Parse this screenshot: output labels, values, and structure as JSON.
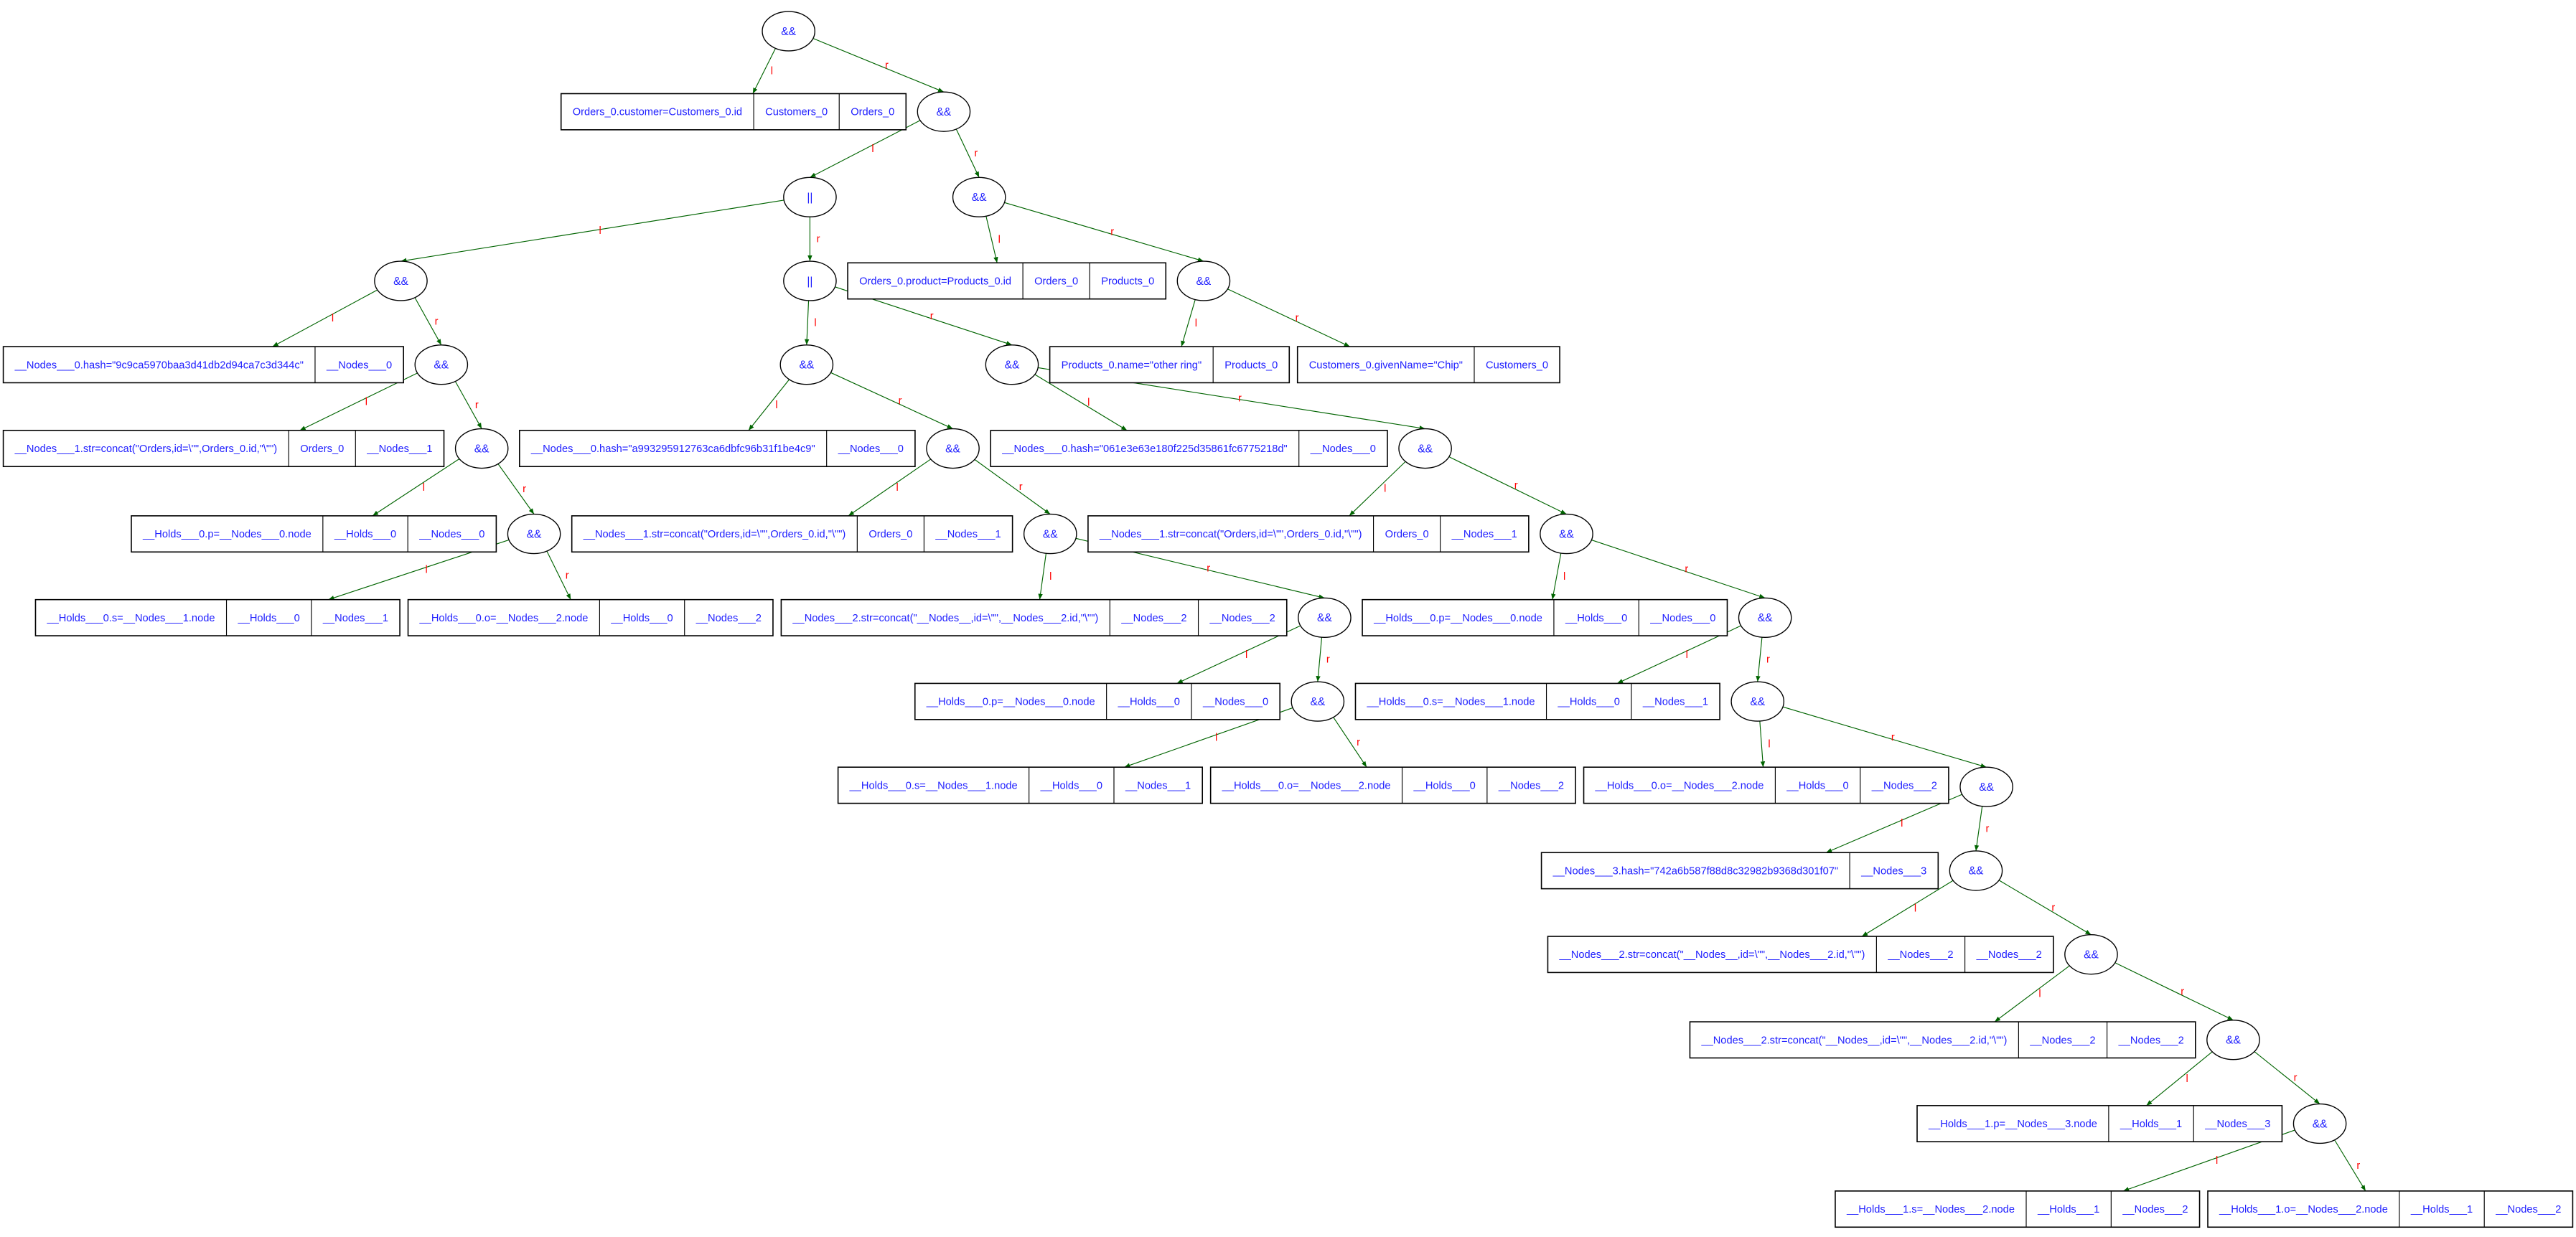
{
  "colors": {
    "edge": "#006400",
    "edge_label": "#ff0000",
    "text": "#2020ff",
    "border": "#000000"
  },
  "ops": {
    "n0": "&&",
    "n1": "&&",
    "n2": "||",
    "n3": "&&",
    "n4": "&&",
    "n5": "||",
    "n6": "&&",
    "n7": "&&",
    "n8": "&&",
    "n9": "&&",
    "n10": "&&",
    "n11": "&&",
    "n12": "&&",
    "n13": "&&",
    "n14": "&&",
    "n15": "&&",
    "n16": "&&",
    "n17": "&&",
    "n18": "&&",
    "n19": "&&",
    "n20": "&&",
    "n22": "&&",
    "n23": "&&",
    "n24": "&&",
    "n25": "&&"
  },
  "records": {
    "b1": [
      "Orders_0.customer=Customers_0.id",
      "Customers_0",
      "Orders_0"
    ],
    "b2": [
      "Orders_0.product=Products_0.id",
      "Orders_0",
      "Products_0"
    ],
    "b3": [
      "__Nodes___0.hash=\"9c9ca5970baa3d41db2d94ca7c3d344c\"",
      "__Nodes___0"
    ],
    "b4": [
      "Products_0.name=\"other ring\"",
      "Products_0"
    ],
    "b5": [
      "Customers_0.givenName=\"Chip\"",
      "Customers_0"
    ],
    "b6": [
      "__Nodes___1.str=concat(\"Orders,id=\\\"\",Orders_0.id,\"\\\"\")",
      "Orders_0",
      "__Nodes___1"
    ],
    "b7": [
      "__Nodes___0.hash=\"a993295912763ca6dbfc96b31f1be4c9\"",
      "__Nodes___0"
    ],
    "b8": [
      "__Nodes___0.hash=\"061e3e63e180f225d35861fc6775218d\"",
      "__Nodes___0"
    ],
    "b9": [
      "__Holds___0.p=__Nodes___0.node",
      "__Holds___0",
      "__Nodes___0"
    ],
    "b10": [
      "__Nodes___1.str=concat(\"Orders,id=\\\"\",Orders_0.id,\"\\\"\")",
      "Orders_0",
      "__Nodes___1"
    ],
    "b11": [
      "__Nodes___1.str=concat(\"Orders,id=\\\"\",Orders_0.id,\"\\\"\")",
      "Orders_0",
      "__Nodes___1"
    ],
    "b12": [
      "__Holds___0.s=__Nodes___1.node",
      "__Holds___0",
      "__Nodes___1"
    ],
    "b13": [
      "__Holds___0.o=__Nodes___2.node",
      "__Holds___0",
      "__Nodes___2"
    ],
    "b14": [
      "__Nodes___2.str=concat(\"__Nodes__,id=\\\"\",__Nodes___2.id,\"\\\"\")",
      "__Nodes___2",
      "__Nodes___2"
    ],
    "b15": [
      "__Holds___0.p=__Nodes___0.node",
      "__Holds___0",
      "__Nodes___0"
    ],
    "b16": [
      "__Holds___0.p=__Nodes___0.node",
      "__Holds___0",
      "__Nodes___0"
    ],
    "b17": [
      "__Holds___0.s=__Nodes___1.node",
      "__Holds___0",
      "__Nodes___1"
    ],
    "b18": [
      "__Holds___0.s=__Nodes___1.node",
      "__Holds___0",
      "__Nodes___1"
    ],
    "b19": [
      "__Holds___0.o=__Nodes___2.node",
      "__Holds___0",
      "__Nodes___2"
    ],
    "b20": [
      "__Holds___0.o=__Nodes___2.node",
      "__Holds___0",
      "__Nodes___2"
    ],
    "b21": [
      "__Nodes___3.hash=\"742a6b587f88d8c32982b9368d301f07\"",
      "__Nodes___3"
    ],
    "b22": [
      "__Nodes___2.str=concat(\"__Nodes__,id=\\\"\",__Nodes___2.id,\"\\\"\")",
      "__Nodes___2",
      "__Nodes___2"
    ],
    "b23": [
      "__Nodes___2.str=concat(\"__Nodes__,id=\\\"\",__Nodes___2.id,\"\\\"\")",
      "__Nodes___2",
      "__Nodes___2"
    ],
    "b24": [
      "__Holds___1.p=__Nodes___3.node",
      "__Holds___1",
      "__Nodes___3"
    ],
    "b25": [
      "__Holds___1.s=__Nodes___2.node",
      "__Holds___1",
      "__Nodes___2"
    ],
    "b26": [
      "__Holds___1.o=__Nodes___2.node",
      "__Holds___1",
      "__Nodes___2"
    ]
  },
  "edges": [
    [
      "n0",
      "b1",
      "l"
    ],
    [
      "n0",
      "n1",
      "r"
    ],
    [
      "n1",
      "n2",
      "l"
    ],
    [
      "n1",
      "n3",
      "r"
    ],
    [
      "n2",
      "n4",
      "l"
    ],
    [
      "n2",
      "n5",
      "r"
    ],
    [
      "n3",
      "b2",
      "l"
    ],
    [
      "n3",
      "n6",
      "r"
    ],
    [
      "n4",
      "b3",
      "l"
    ],
    [
      "n4",
      "n7",
      "r"
    ],
    [
      "n5",
      "n8",
      "l"
    ],
    [
      "n5",
      "n9",
      "r"
    ],
    [
      "n6",
      "b4",
      "l"
    ],
    [
      "n6",
      "b5",
      "r"
    ],
    [
      "n7",
      "b6",
      "l"
    ],
    [
      "n7",
      "n10",
      "r"
    ],
    [
      "n8",
      "b7",
      "l"
    ],
    [
      "n8",
      "n11",
      "r"
    ],
    [
      "n9",
      "b8",
      "l"
    ],
    [
      "n9",
      "n12",
      "r"
    ],
    [
      "n10",
      "b9",
      "l"
    ],
    [
      "n10",
      "n13",
      "r"
    ],
    [
      "n11",
      "b10",
      "l"
    ],
    [
      "n11",
      "n14",
      "r"
    ],
    [
      "n12",
      "b11",
      "l"
    ],
    [
      "n12",
      "n15",
      "r"
    ],
    [
      "n13",
      "b12",
      "l"
    ],
    [
      "n13",
      "b13",
      "r"
    ],
    [
      "n14",
      "b14",
      "l"
    ],
    [
      "n14",
      "n16",
      "r"
    ],
    [
      "n15",
      "b15",
      "l"
    ],
    [
      "n15",
      "n17",
      "r"
    ],
    [
      "n16",
      "b16",
      "l"
    ],
    [
      "n16",
      "n18",
      "r"
    ],
    [
      "n17",
      "b17",
      "l"
    ],
    [
      "n17",
      "n19",
      "r"
    ],
    [
      "n18",
      "b18",
      "l"
    ],
    [
      "n18",
      "b19",
      "r"
    ],
    [
      "n19",
      "b20",
      "l"
    ],
    [
      "n19",
      "n20",
      "r"
    ],
    [
      "n20",
      "b21",
      "l"
    ],
    [
      "n20",
      "n22",
      "r"
    ],
    [
      "n22",
      "b22",
      "l"
    ],
    [
      "n22",
      "n23",
      "r"
    ],
    [
      "n23",
      "b23",
      "l"
    ],
    [
      "n23",
      "n24",
      "r"
    ],
    [
      "n24",
      "b24",
      "l"
    ],
    [
      "n24",
      "n25",
      "r"
    ],
    [
      "n25",
      "b25",
      "l"
    ],
    [
      "n25",
      "b26",
      "r"
    ]
  ]
}
